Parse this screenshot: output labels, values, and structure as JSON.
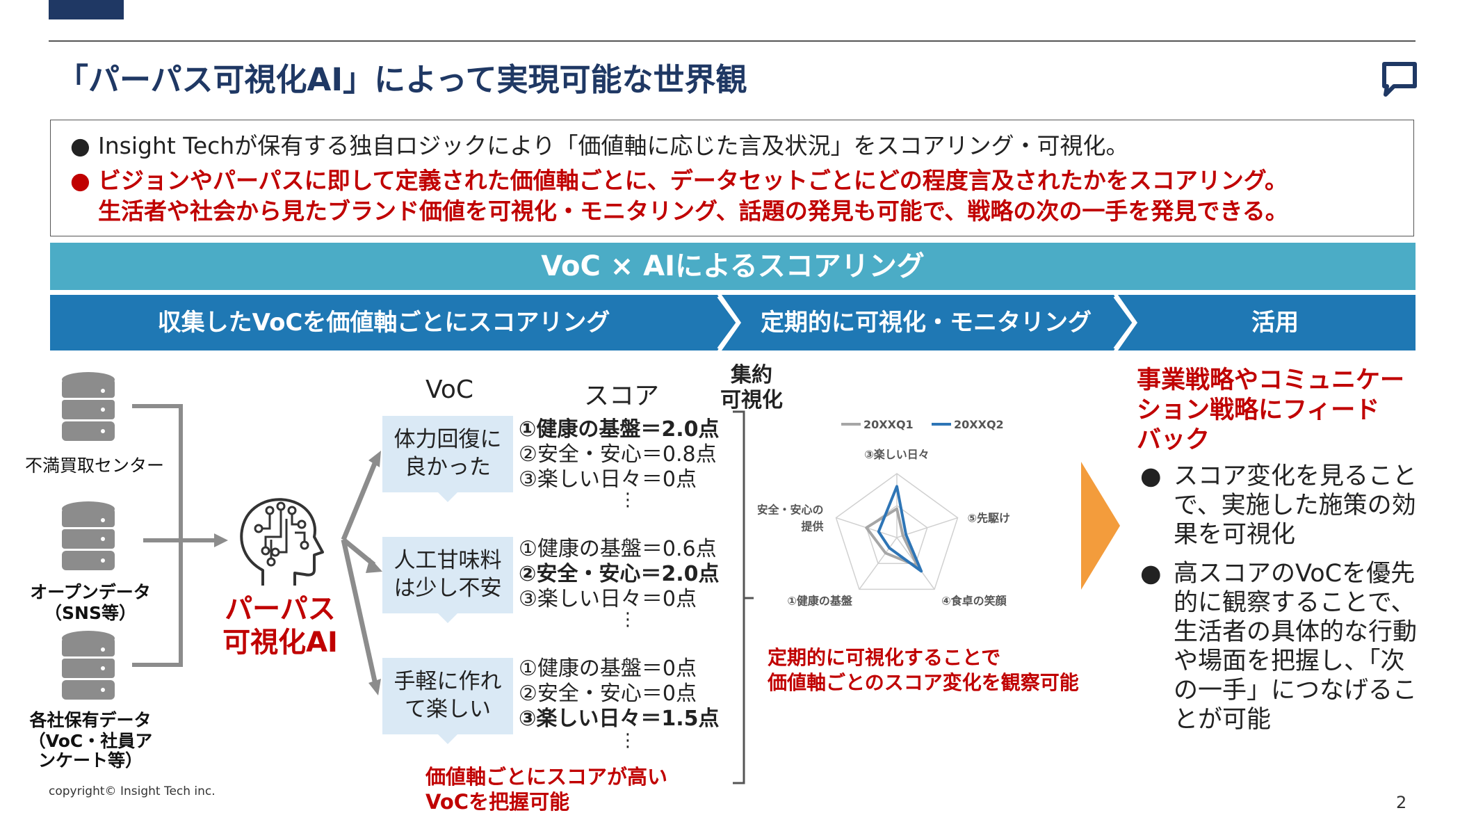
{
  "title": "「パーパス可視化AI」によって実現可能な世界観",
  "summary": {
    "bullet_1": "Insight Techが保有する独自ロジックにより「価値軸に応じた言及状況」をスコアリング・可視化。",
    "bullet_2": "ビジョンやパーパスに即して定義された価値軸ごとに、データセットごとにどの程度言及されたかをスコアリング。",
    "bullet_2_cont": "生活者や社会から見たブランド価値を可視化・モニタリング、話題の発見も可能で、戦略の次の一手を発見できる。"
  },
  "banner": "VoC × AIによるスコアリング",
  "steps": [
    "収集したVoCを価値軸ごとにスコアリング",
    "定期的に可視化・モニタリング",
    "活用"
  ],
  "sources": [
    {
      "label": "不満買取センター"
    },
    {
      "label": "オープンデータ",
      "sub": "（SNS等）"
    },
    {
      "label": "各社保有データ",
      "sub": "（VoC・社員ア",
      "sub2": "ンケート等）"
    }
  ],
  "ai_label_1": "パーパス",
  "ai_label_2": "可視化AI",
  "headers": {
    "voc": "VoC",
    "score": "スコア",
    "agg_1": "集約",
    "agg_2": "可視化"
  },
  "voc_items": [
    {
      "text_1": "体力回復に",
      "text_2": "良かった",
      "scores": [
        "①健康の基盤＝2.0点",
        "②安全・安心＝0.8点",
        "③楽しい日々＝0点"
      ]
    },
    {
      "text_1": "人工甘味料",
      "text_2": "は少し不安",
      "scores": [
        "①健康の基盤＝0.6点",
        "②安全・安心＝2.0点",
        "③楽しい日々＝0点"
      ]
    },
    {
      "text_1": "手軽に作れ",
      "text_2": "て楽しい",
      "scores": [
        "①健康の基盤＝0点",
        "②安全・安心＝0点",
        "③楽しい日々＝1.5点"
      ]
    }
  ],
  "dots": "⋮",
  "voc_note_1": "価値軸ごとにスコアが高い",
  "voc_note_2": "VoCを把握可能",
  "chart_data": {
    "type": "radar",
    "axes": [
      "③楽しい日々",
      "⑤先駆け",
      "④食卓の笑顔",
      "①健康の基盤",
      "②安全・安心の提供"
    ],
    "axis_label_lines": [
      [
        "③楽しい日々"
      ],
      [
        "⑤先駆け"
      ],
      [
        "④食卓の笑顔"
      ],
      [
        "①健康の基盤"
      ],
      [
        "②安全・安心の",
        "提供"
      ]
    ],
    "series": [
      {
        "name": "20XXQ1",
        "color": "#a6a6a6",
        "values": [
          0.45,
          0.1,
          0.55,
          0.3,
          0.5
        ]
      },
      {
        "name": "20XXQ2",
        "color": "#2e75b6",
        "values": [
          0.8,
          0.15,
          0.65,
          0.2,
          0.3
        ]
      }
    ],
    "rmax": 1
  },
  "viz_note_1": "定期的に可視化することで",
  "viz_note_2": "価値軸ごとのスコア変化を観察可能",
  "apply": {
    "heading_1": "事業戦略やコミュニケー",
    "heading_2": "ション戦略にフィード",
    "heading_3": "バック",
    "bullet_1": [
      "スコア変化を見ること",
      "で、実施した施策の効",
      "果を可視化"
    ],
    "bullet_2": [
      "高スコアのVoCを優先",
      "的に観察することで、",
      "生活者の具体的な行動",
      "や場面を把握し、「次",
      "の一手」につなげるこ",
      "とが可能"
    ]
  },
  "footer": "copyright© Insight Tech inc.",
  "page_number": "2",
  "colors": {
    "navy": "#1f3864",
    "teal": "#4bacc6",
    "blue": "#1f78b4",
    "red": "#c00000",
    "light_blue": "#dae9f5",
    "orange": "#f39c3c"
  }
}
